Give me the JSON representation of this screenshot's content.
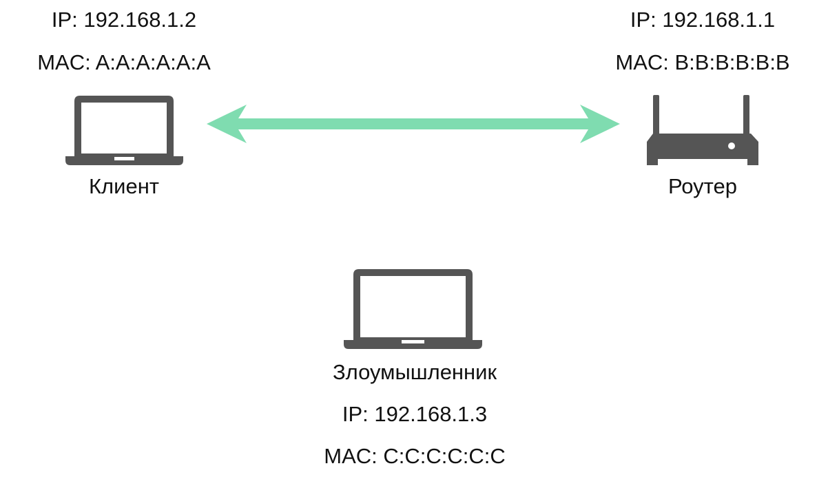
{
  "client": {
    "ip": "IP: 192.168.1.2",
    "mac": "MAC: A:A:A:A:A:A",
    "label": "Клиент",
    "icon": "laptop-icon"
  },
  "router": {
    "ip": "IP: 192.168.1.1",
    "mac": "MAC: B:B:B:B:B:B",
    "label": "Роутер",
    "icon": "router-icon"
  },
  "attacker": {
    "label": "Злоумышленник",
    "ip": "IP: 192.168.1.3",
    "mac": "MAC: C:C:C:C:C:C",
    "icon": "laptop-icon"
  },
  "link": {
    "icon": "double-arrow-icon",
    "color": "#7fdcb0"
  },
  "colors": {
    "device": "#555555",
    "text": "#111111"
  }
}
